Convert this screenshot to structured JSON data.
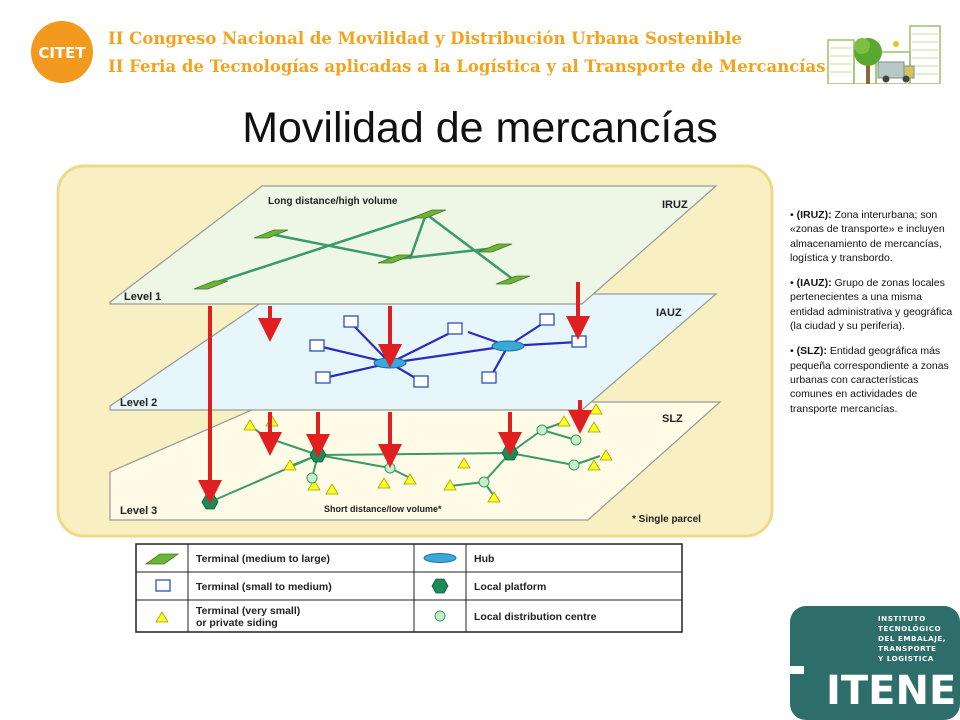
{
  "header": {
    "logo_text": "CITET",
    "line1": "II Congreso Nacional de Movilidad y Distribución Urbana Sostenible",
    "line2": "II Feria de Tecnologías aplicadas a la Logística y al Transporte de Mercancías"
  },
  "title": "Movilidad de mercancías",
  "diagram": {
    "levels": [
      {
        "level_label": "Level 1",
        "zone": "IRUZ",
        "caption": "Long distance/high volume"
      },
      {
        "level_label": "Level 2",
        "zone": "IAUZ",
        "caption": ""
      },
      {
        "level_label": "Level 3",
        "zone": "SLZ",
        "caption": "Short distance/low volume*"
      }
    ],
    "footnote": "* Single parcel",
    "legend": [
      {
        "label": "Terminal (medium to large)",
        "symbol": "green-parallelogram"
      },
      {
        "label": "Hub",
        "symbol": "blue-ellipse"
      },
      {
        "label": "Terminal (small to medium)",
        "symbol": "blue-square"
      },
      {
        "label": "Local platform",
        "symbol": "green-hexagon"
      },
      {
        "label_line1": "Terminal (very small)",
        "label_line2": "or private siding",
        "symbol": "yellow-triangle"
      },
      {
        "label": "Local distribution centre",
        "symbol": "green-circle"
      }
    ],
    "colors": {
      "background": "#f8f0c2",
      "level1": "#eef6e6",
      "level2": "#e6f6fb",
      "level3": "#fffbe6",
      "arrow": "#e02020",
      "terminal_large": "#6cb33a",
      "link1": "#3a9a6a",
      "link2": "#2b2bc0"
    }
  },
  "side_notes": [
    {
      "term": "(IRUZ):",
      "text": " Zona interurbana; son «zonas de transporte» e incluyen almacenamiento de mercancías, logística y transbordo."
    },
    {
      "term": "(IAUZ):",
      "text": " Grupo de zonas locales pertenecientes a una misma entidad administrativa y geográfica (la ciudad y su periferia)."
    },
    {
      "term": "(SLZ):",
      "text": " Entidad geográfica más pequeña correspondiente a zonas urbanas con características comunes en actividades de transporte mercancías."
    }
  ],
  "itene": {
    "sub_lines": [
      "INSTITUTO",
      "TECNOLÓGICO",
      "DEL EMBALAJE,",
      "TRANSPORTE",
      "Y LOGÍSTICA"
    ],
    "name": "ITENE",
    "color": "#2e6e6a"
  }
}
